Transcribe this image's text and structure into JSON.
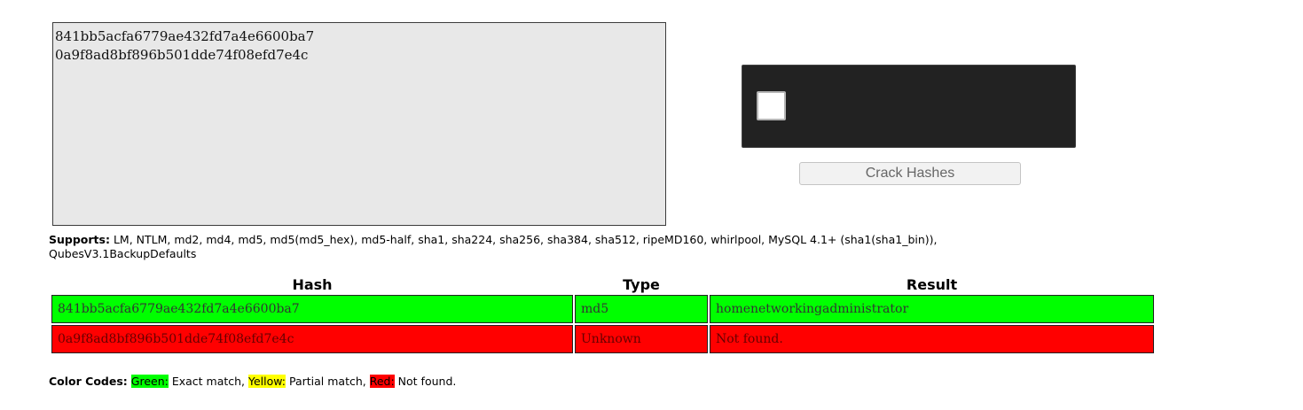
{
  "input": {
    "value": "841bb5acfa6779ae432fd7a4e6600ba7\n0a9f8ad8bf896b501dde74f08efd7e4c"
  },
  "crack_button": {
    "label": "Crack Hashes"
  },
  "supports": {
    "label": "Supports:",
    "text": " LM, NTLM, md2, md4, md5, md5(md5_hex), md5-half, sha1, sha224, sha256, sha384, sha512, ripeMD160, whirlpool, MySQL 4.1+ (sha1(sha1_bin)), QubesV3.1BackupDefaults"
  },
  "results": {
    "headers": {
      "hash": "Hash",
      "type": "Type",
      "result": "Result"
    },
    "rows": [
      {
        "hash": "841bb5acfa6779ae432fd7a4e6600ba7",
        "type": "md5",
        "result": "homenetworkingadministrator",
        "status": "found"
      },
      {
        "hash": "0a9f8ad8bf896b501dde74f08efd7e4c",
        "type": "Unknown",
        "result": "Not found.",
        "status": "notfound"
      }
    ]
  },
  "color_codes": {
    "label": "Color Codes:",
    "green": "Green:",
    "green_desc": " Exact match, ",
    "yellow": "Yellow:",
    "yellow_desc": " Partial match, ",
    "red": "Red:",
    "red_desc": " Not found."
  },
  "colors": {
    "exact_match": "#00ff00",
    "partial_match": "#ffff00",
    "not_found": "#ff0000",
    "captcha_bg": "#222222",
    "input_bg": "#e8e8e8"
  }
}
